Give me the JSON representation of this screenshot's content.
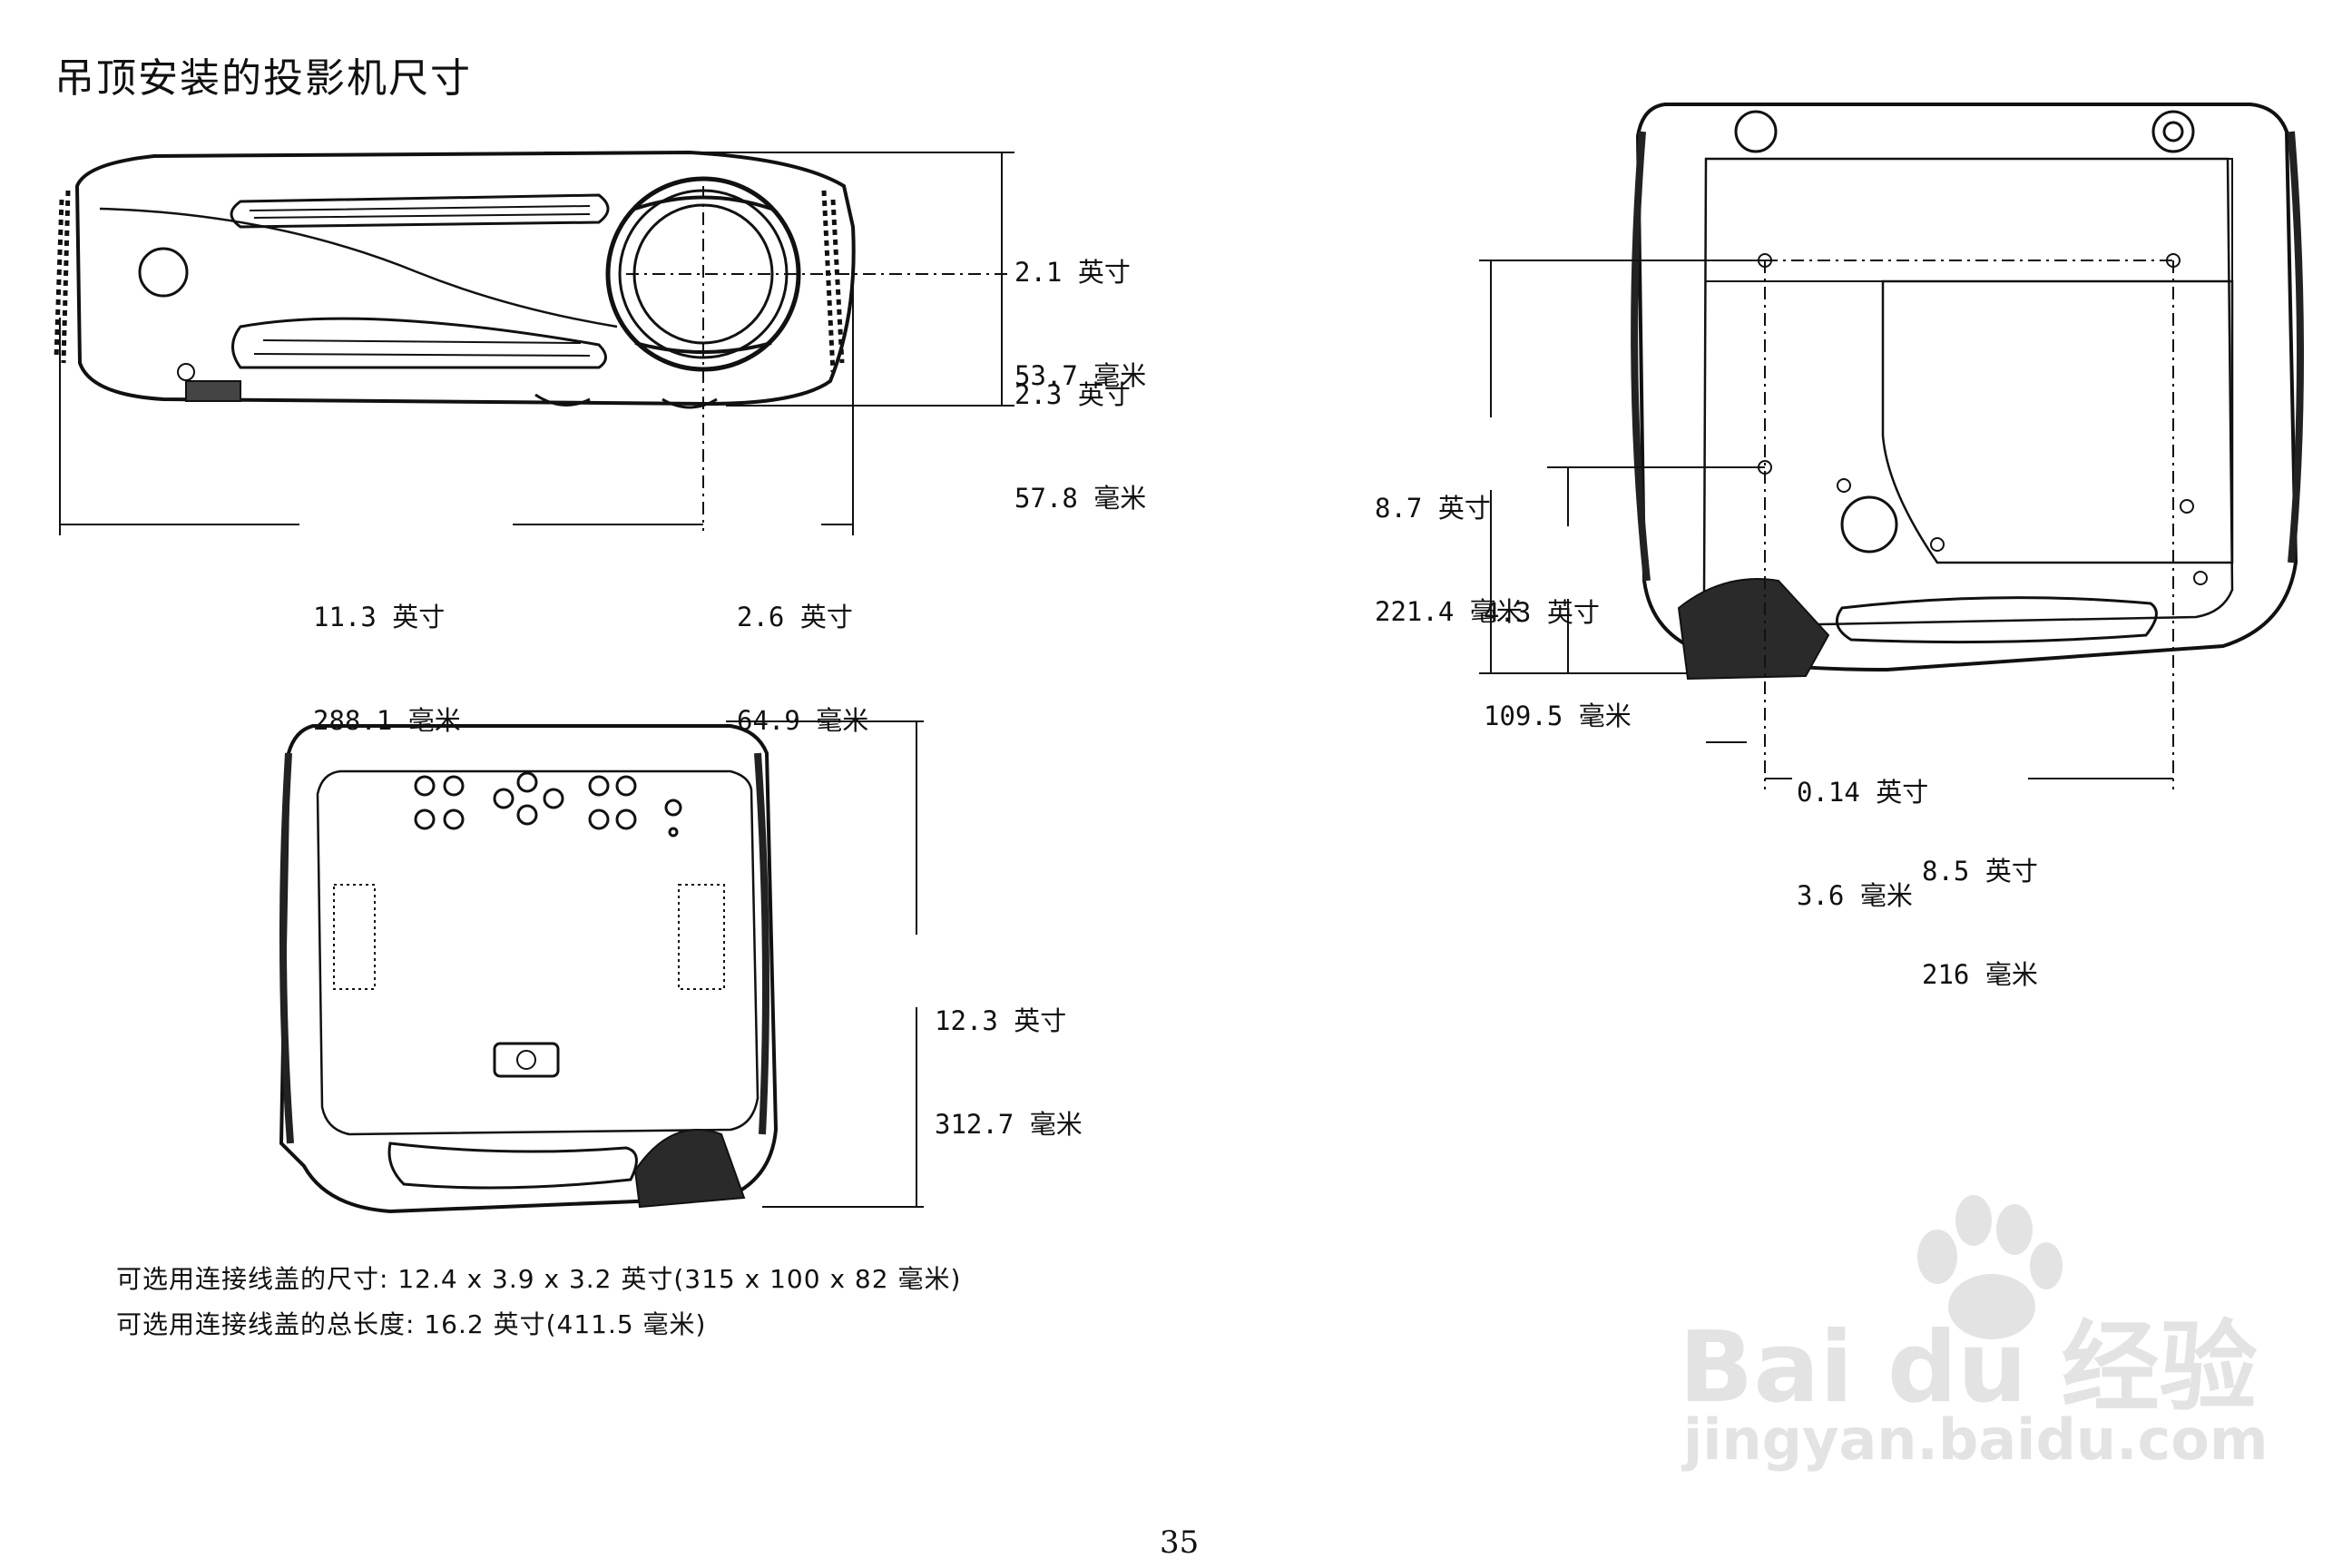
{
  "title": "吊顶安装的投影机尺寸",
  "front_view": {
    "dim_upper": {
      "in": "2.1 英寸",
      "mm": "53.7 毫米"
    },
    "dim_lower": {
      "in": "2.3 英寸",
      "mm": "57.8 毫米"
    },
    "dim_width": {
      "in": "11.3 英寸",
      "mm": "288.1 毫米"
    },
    "dim_lens_offset": {
      "in": "2.6 英寸",
      "mm": "64.9 毫米"
    }
  },
  "top_view": {
    "dim_depth": {
      "in": "12.3 英寸",
      "mm": "312.7 毫米"
    }
  },
  "bottom_view": {
    "dim_outer_height": {
      "in": "8.7 英寸",
      "mm": "221.4 毫米"
    },
    "dim_inner_height": {
      "in": "4.3 英寸",
      "mm": "109.5 毫米"
    },
    "dim_small_offset": {
      "in": "0.14 英寸",
      "mm": "3.6 毫米"
    },
    "dim_hole_spacing": {
      "in": "8.5 英寸",
      "mm": "216 毫米"
    }
  },
  "notes": [
    "可选用连接线盖的尺寸: 12.4 x 3.9 x 3.2 英寸(315 x 100 x 82 毫米)",
    "可选用连接线盖的总长度: 16.2 英寸(411.5 毫米)"
  ],
  "page_number": "35",
  "watermark": {
    "brand": "Bai du 经验",
    "url": "jingyan.baidu.com"
  },
  "colors": {
    "ink": "#111111",
    "fill_dark": "#2a2a2a",
    "watermark": "#e3e3e3"
  }
}
